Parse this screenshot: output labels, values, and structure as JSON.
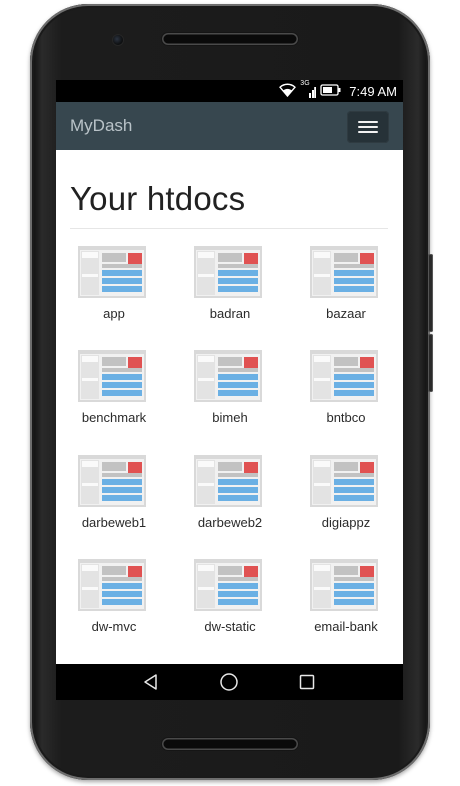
{
  "status_bar": {
    "time": "7:49 AM",
    "network_type": "3G",
    "icons": [
      "wifi-icon",
      "cell-signal-icon",
      "battery-icon"
    ]
  },
  "navbar": {
    "brand": "MyDash",
    "menu_icon": "hamburger-menu-icon"
  },
  "main": {
    "heading": "Your htdocs",
    "folders": [
      {
        "label": "app"
      },
      {
        "label": "badran"
      },
      {
        "label": "bazaar"
      },
      {
        "label": "benchmark"
      },
      {
        "label": "bimeh"
      },
      {
        "label": "bntbco"
      },
      {
        "label": "darbeweb1"
      },
      {
        "label": "darbeweb2"
      },
      {
        "label": "digiappz"
      },
      {
        "label": "dw-mvc"
      },
      {
        "label": "dw-static"
      },
      {
        "label": "email-bank"
      }
    ],
    "tile_icon": "webpage-thumbnail-icon"
  },
  "system_nav": {
    "icons": [
      "back-icon",
      "home-icon",
      "recent-apps-icon"
    ]
  },
  "colors": {
    "navbar_bg": "#37474f",
    "toggle_bg": "#263238",
    "brand_text": "#b9c3c8",
    "thumb_red": "#e05252",
    "thumb_blue": "#6bb0e4",
    "thumb_gray": "#c2c2c2"
  }
}
